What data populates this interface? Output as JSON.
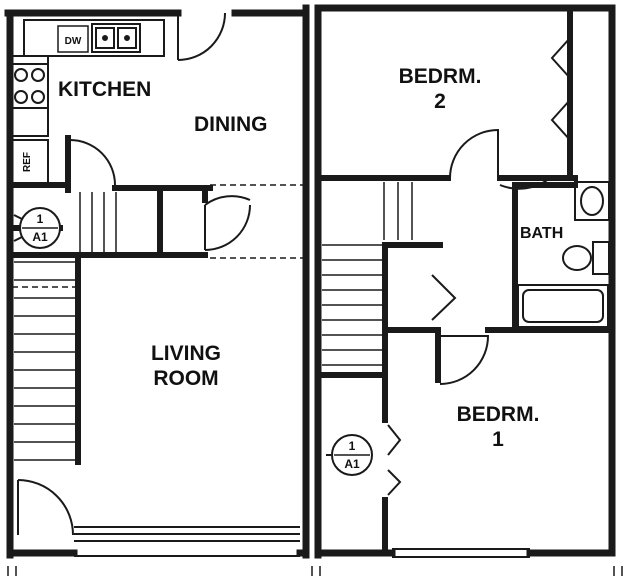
{
  "rooms": {
    "kitchen": "KITCHEN",
    "dining": "DINING",
    "living_line1": "LIVING",
    "living_line2": "ROOM",
    "bedroom2_line1": "BEDRM.",
    "bedroom2_line2": "2",
    "bedroom1_line1": "BEDRM.",
    "bedroom1_line2": "1",
    "bath": "BATH"
  },
  "fixtures": {
    "dishwasher": "DW",
    "refrigerator": "REF"
  },
  "section_markers": [
    {
      "number": "1",
      "sheet": "A1"
    },
    {
      "number": "1",
      "sheet": "A1"
    }
  ],
  "colors": {
    "wall": "#1a1a1a",
    "background": "#ffffff"
  }
}
